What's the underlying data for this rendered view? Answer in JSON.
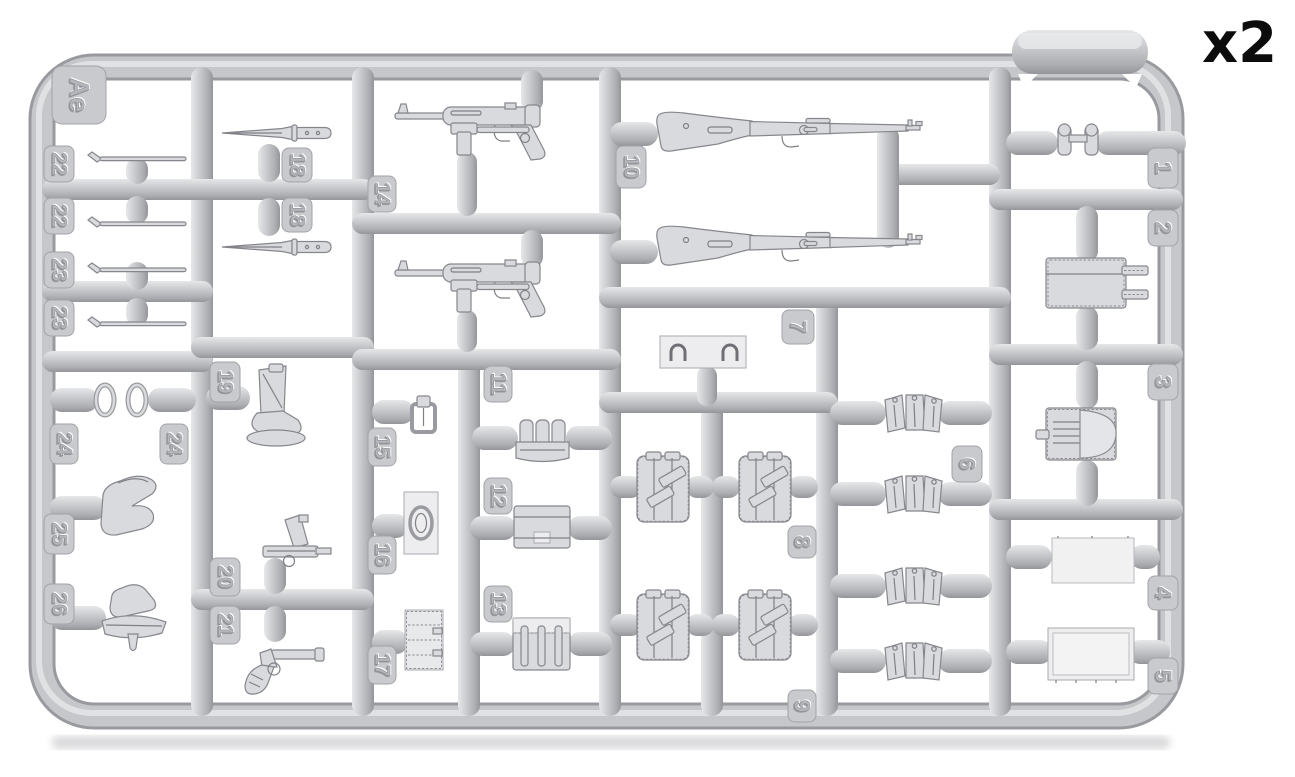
{
  "sprue": {
    "letter": "Ae",
    "copies_label": "x2",
    "plastic_color": "#c6c7cb",
    "plastic_highlight": "#e6e7e9",
    "plastic_shadow": "#94959a",
    "background_color": "#ffffff"
  },
  "parts": {
    "p1": {
      "label": "1",
      "name": "binoculars",
      "count": 1
    },
    "p2": {
      "label": "2",
      "name": "map-case",
      "count": 1
    },
    "p3": {
      "label": "3",
      "name": "map-case-open",
      "count": 1
    },
    "p4": {
      "label": "4",
      "name": "flat-panel",
      "count": 1
    },
    "p5": {
      "label": "5",
      "name": "framed-panel",
      "count": 1
    },
    "p6": {
      "label": "6",
      "name": "rifle-ammo-pouch-set",
      "count": 4
    },
    "p7": {
      "label": "7",
      "name": "hook-plate",
      "count": 1
    },
    "p8": {
      "label": "8",
      "name": "bread-bag",
      "count": 2
    },
    "p9": {
      "label": "9",
      "name": "bread-bag",
      "count": 2
    },
    "p10": {
      "label": "10",
      "name": "kar98k-rifle",
      "count": 2
    },
    "p11": {
      "label": "11",
      "name": "magazine-pouch-triple",
      "count": 1
    },
    "p12": {
      "label": "12",
      "name": "box-pouch",
      "count": 1
    },
    "p13": {
      "label": "13",
      "name": "mp40-magazine-pouch",
      "count": 1
    },
    "p14": {
      "label": "14",
      "name": "mp40-submachine-gun",
      "count": 2
    },
    "p15": {
      "label": "15",
      "name": "buckle",
      "count": 1
    },
    "p16": {
      "label": "16",
      "name": "oval-lid",
      "count": 1
    },
    "p17": {
      "label": "17",
      "name": "flat-pouch",
      "count": 1
    },
    "p18": {
      "label": "18",
      "name": "bayonet",
      "count": 2
    },
    "p19": {
      "label": "19",
      "name": "boot-holster",
      "count": 1
    },
    "p20": {
      "label": "20",
      "name": "pistol",
      "count": 1
    },
    "p21": {
      "label": "21",
      "name": "flare-pistol",
      "count": 1
    },
    "p22": {
      "label": "22",
      "name": "cleaning-rod",
      "count": 2
    },
    "p23": {
      "label": "23",
      "name": "cleaning-rod",
      "count": 2
    },
    "p24": {
      "label": "24",
      "name": "oval-ring",
      "count": 2
    },
    "p25": {
      "label": "25",
      "name": "holster",
      "count": 1
    },
    "p26": {
      "label": "26",
      "name": "shovel-carrier",
      "count": 1
    }
  }
}
